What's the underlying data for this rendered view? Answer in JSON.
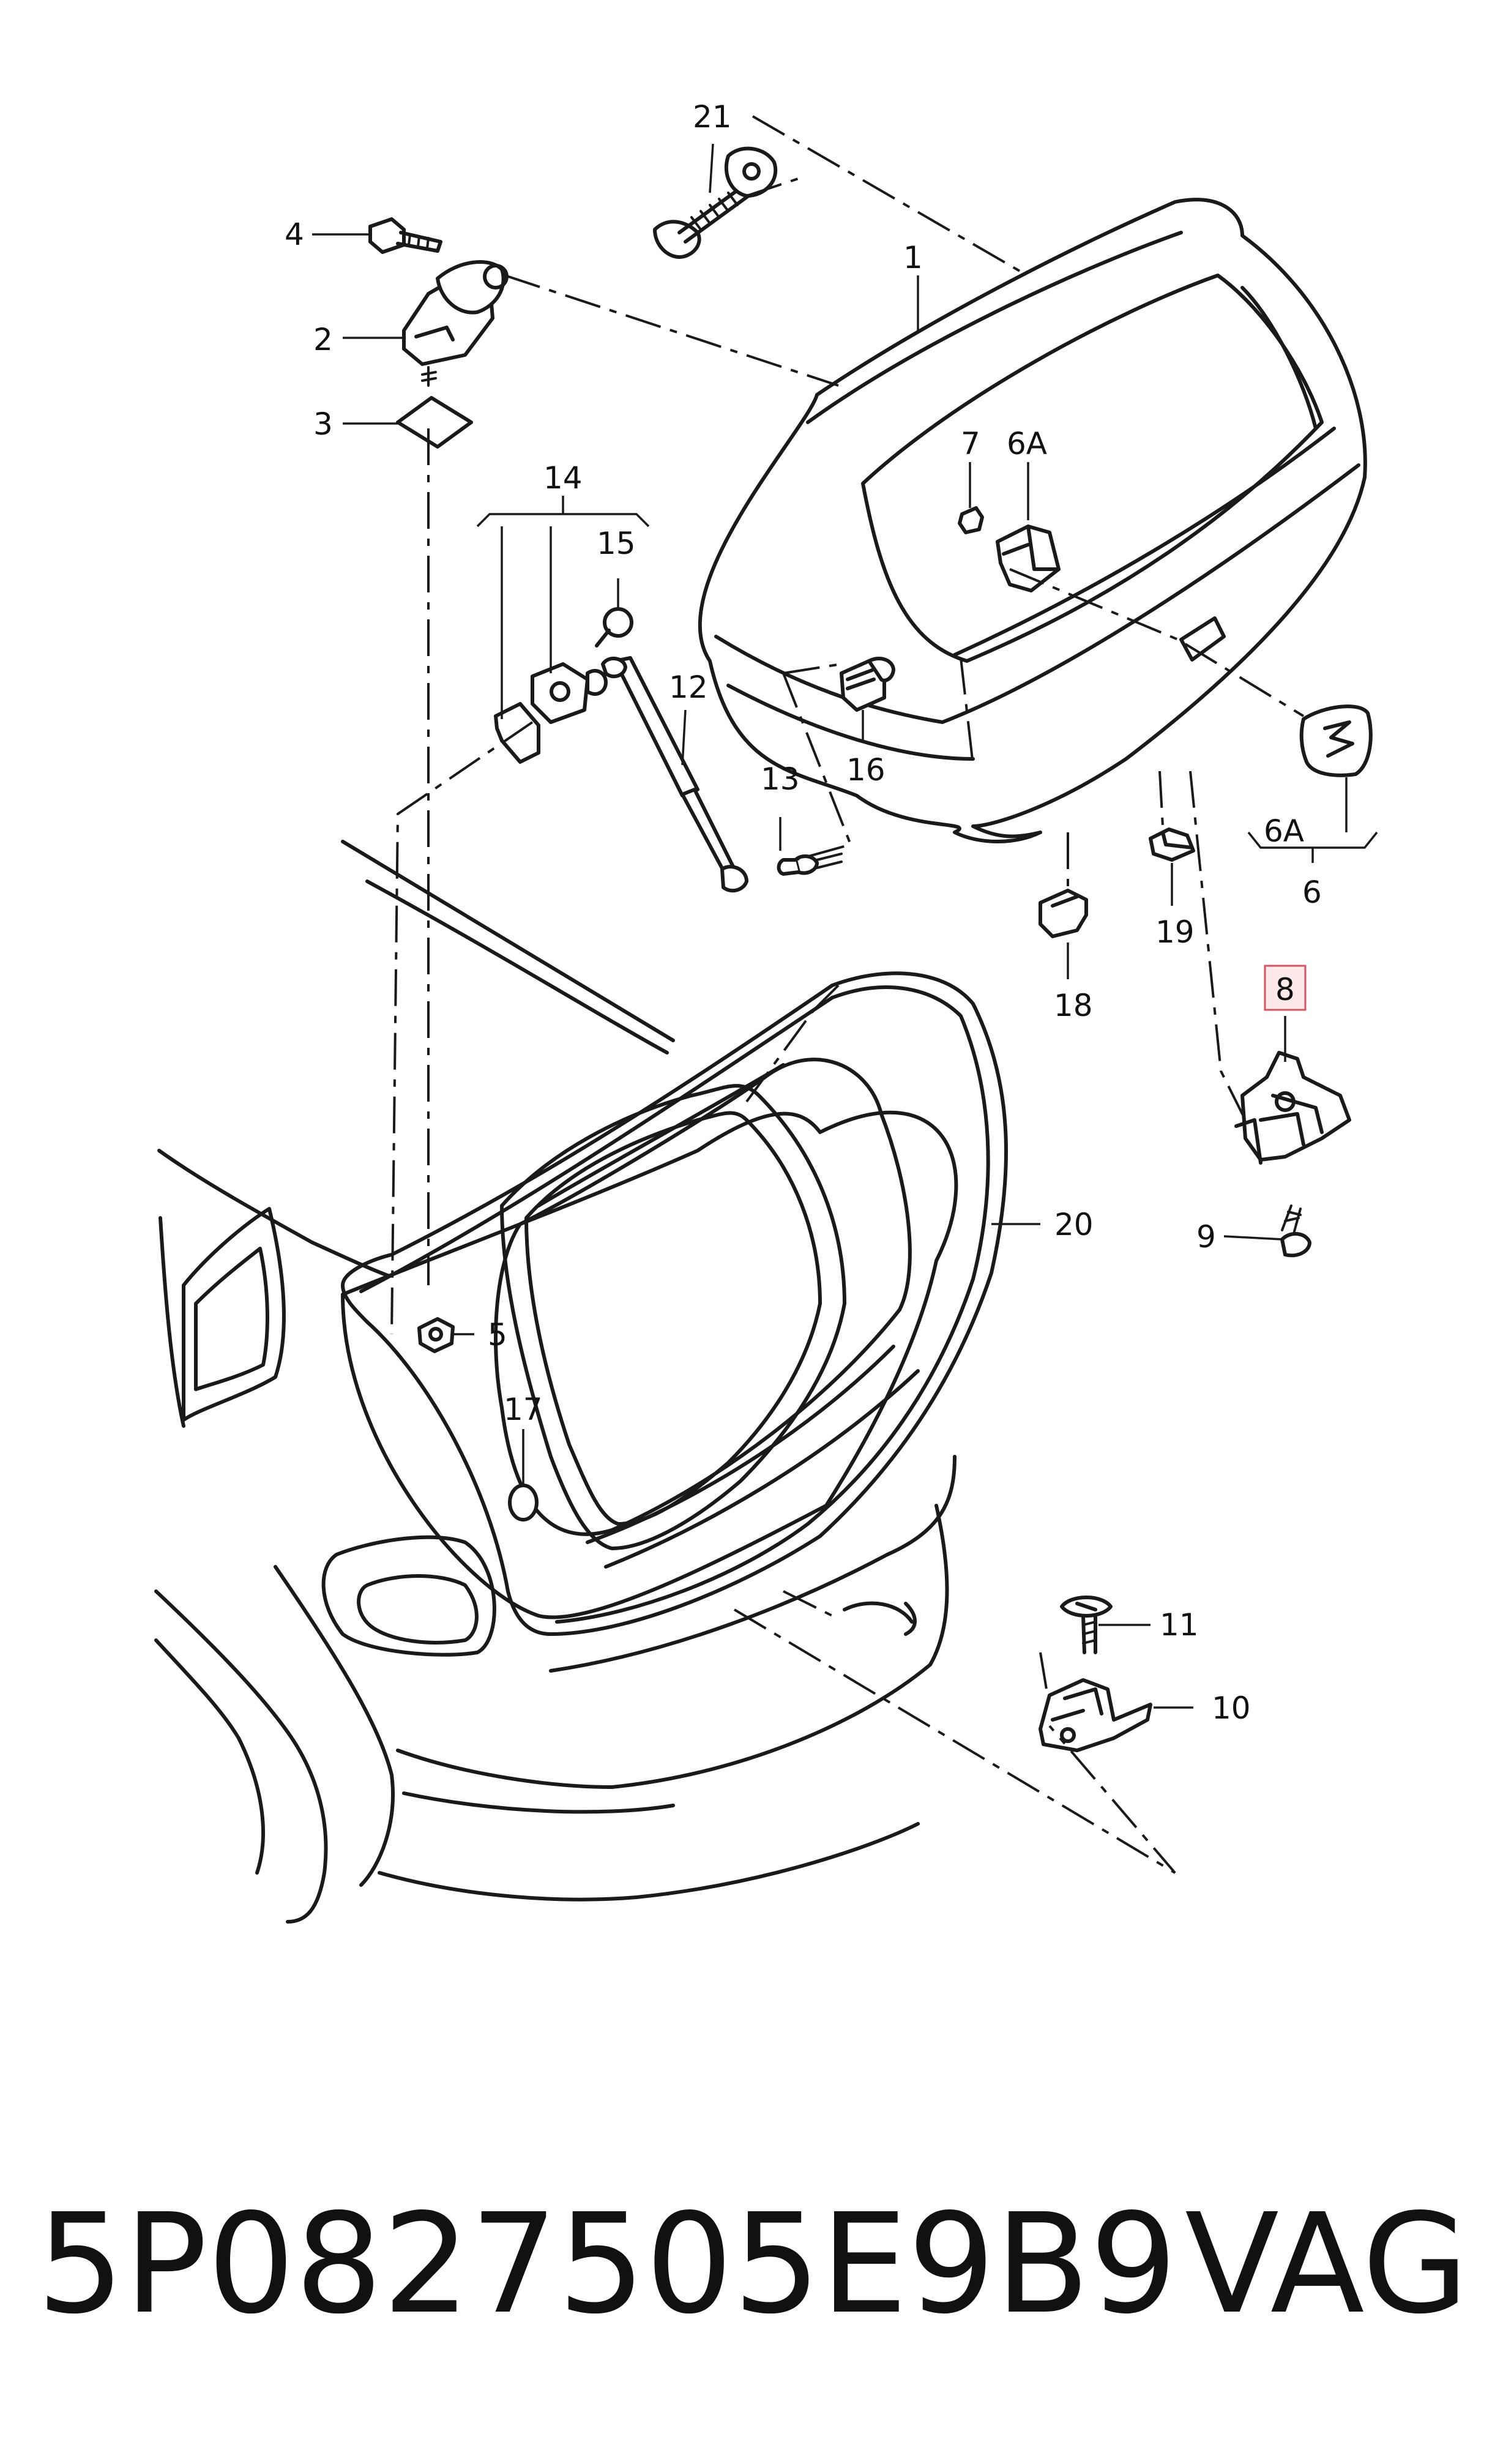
{
  "diagram": {
    "callouts": [
      "21",
      "1",
      "4",
      "2",
      "3",
      "14",
      "15",
      "12",
      "7",
      "6A",
      "16",
      "13",
      "6A",
      "6",
      "8",
      "18",
      "19",
      "20",
      "9",
      "5",
      "17",
      "11",
      "10"
    ],
    "highlighted_callout": "8",
    "highlight_color": "#d9535f"
  },
  "footer": {
    "part_number": "5P0827505E9B9",
    "brand": "VAG"
  }
}
